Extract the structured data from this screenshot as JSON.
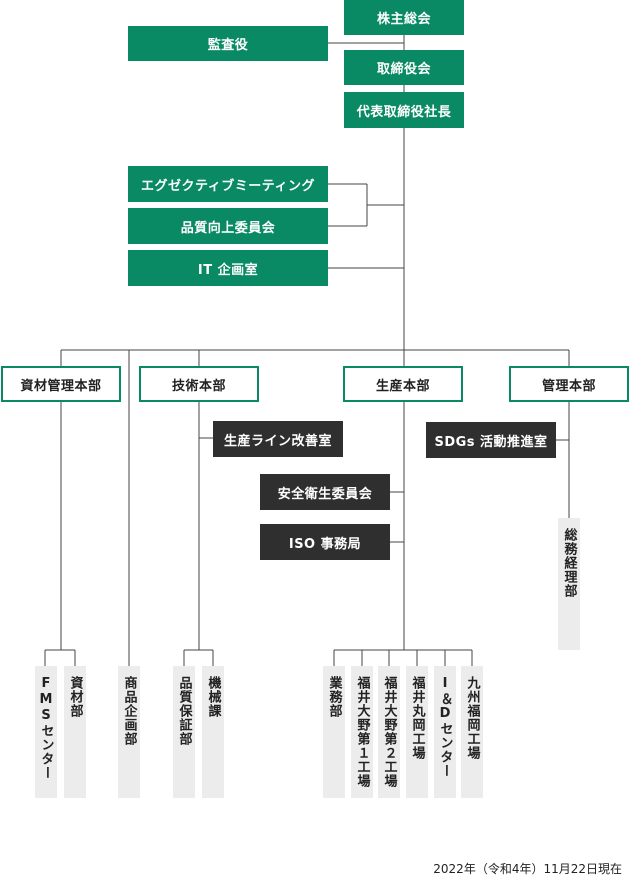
{
  "top": {
    "shareholders": "株主総会",
    "auditor": "監査役",
    "board": "取締役会",
    "president": "代表取締役社長"
  },
  "committees": {
    "executive": "エグゼクティブミーティング",
    "quality": "品質向上委員会",
    "it": "IT 企画室"
  },
  "divisions": {
    "materials": "資材管理本部",
    "tech": "技術本部",
    "production": "生産本部",
    "management": "管理本部"
  },
  "staff": {
    "line_improve": "生産ライン改善室",
    "safety": "安全衛生委員会",
    "iso": "ISO 事務局",
    "sdgs": "SDGs 活動推進室"
  },
  "departments": {
    "fms": "FMSセンター",
    "shizai": "資材部",
    "product_plan": "商品企画部",
    "qa": "品質保証部",
    "machinery": "機械課",
    "business": "業務部",
    "ohno1": "福井大野第１工場",
    "ohno2": "福井大野第２工場",
    "maruoka": "福井丸岡工場",
    "id_center": "I＆Dセンター",
    "kyushu": "九州福岡工場",
    "general": "総務経理部"
  },
  "footer": {
    "date": "2022年（令和4年）11月22日現在"
  }
}
